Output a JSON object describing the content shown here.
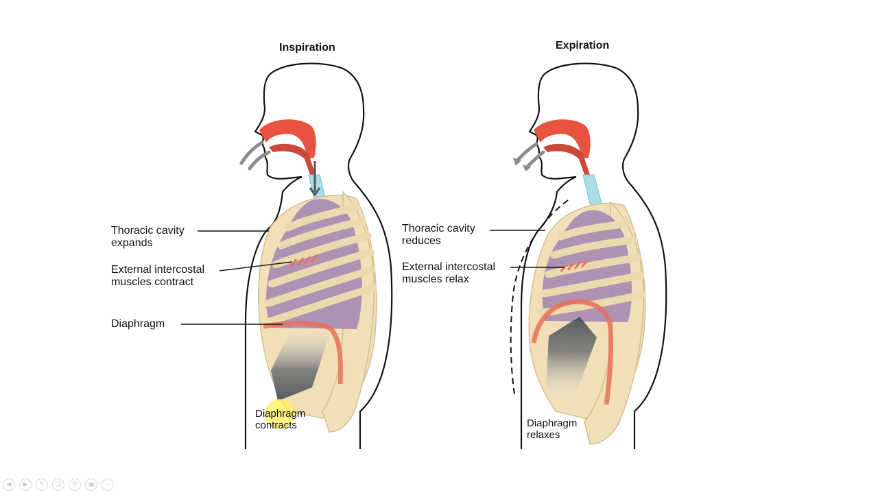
{
  "panels": [
    {
      "title": "Inspiration",
      "labels": {
        "thoracic_1": "Thoracic cavity",
        "thoracic_2": "expands",
        "intercostal_1": "External intercostal",
        "intercostal_2": "muscles  contract",
        "diaphragm": "Diaphragm",
        "diaphragm_action_1": "Diaphragm",
        "diaphragm_action_2": "contracts"
      }
    },
    {
      "title": "Expiration",
      "labels": {
        "thoracic_1": "Thoracic cavity",
        "thoracic_2": "reduces",
        "intercostal_1": "External intercostal",
        "intercostal_2": "muscles  relax",
        "diaphragm_action_1": "Diaphragm",
        "diaphragm_action_2": "relaxes"
      }
    }
  ],
  "colors": {
    "airway": "#e8533f",
    "trachea": "#a9dde8",
    "lung": "#a58ab4",
    "rib": "#f1dfb8",
    "rib_stroke": "#d3bd8e",
    "muscle": "#e8705a",
    "arrow": "#8c8c8c",
    "outline": "#111111"
  },
  "toolbar": [
    "prev-icon",
    "next-icon",
    "pen-icon",
    "copy-icon",
    "zoom-icon",
    "slides-icon",
    "more-icon"
  ]
}
